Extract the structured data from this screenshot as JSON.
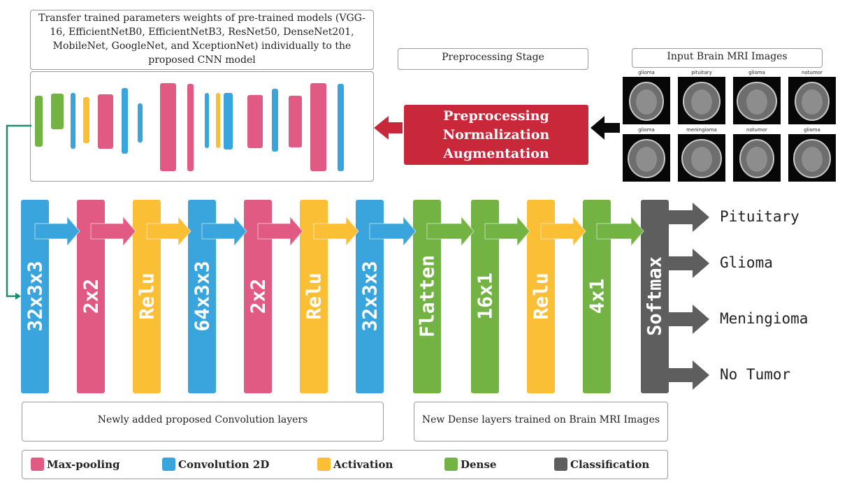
{
  "transfer_note": "Transfer trained parameters weights of pre-trained models (VGG-16, EfficientNetB0, EfficientNetB3, ResNet50, DenseNet201, MobileNet, GoogleNet, and XceptionNet) individually to the proposed CNN model",
  "preprocessing_stage": "Preprocessing Stage",
  "input_title": "Input Brain MRI Images",
  "preprocessing_block": [
    "Preprocessing",
    "Normalization",
    "Augmentation"
  ],
  "mri_samples": [
    {
      "label": "glioma"
    },
    {
      "label": "pituitary"
    },
    {
      "label": "glioma"
    },
    {
      "label": "notumor"
    },
    {
      "label": "glioma"
    },
    {
      "label": "meningioma"
    },
    {
      "label": "notumor"
    },
    {
      "label": "glioma"
    }
  ],
  "colors": {
    "max_pooling": "#e05a84",
    "convolution": "#3aa5dd",
    "activation": "#fbbf36",
    "dense": "#72b343",
    "classification": "#5e5e5e",
    "preprocessing": "#c9283a",
    "skip_arrow": "#1f8c6f"
  },
  "layers": [
    {
      "label": "32x3x3",
      "kind": "convolution"
    },
    {
      "label": "2x2",
      "kind": "max_pooling"
    },
    {
      "label": "Relu",
      "kind": "activation"
    },
    {
      "label": "64x3x3",
      "kind": "convolution"
    },
    {
      "label": "2x2",
      "kind": "max_pooling"
    },
    {
      "label": "Relu",
      "kind": "activation"
    },
    {
      "label": "32x3x3",
      "kind": "convolution"
    },
    {
      "label": "Flatten",
      "kind": "dense"
    },
    {
      "label": "16x1",
      "kind": "dense"
    },
    {
      "label": "Relu",
      "kind": "activation"
    },
    {
      "label": "4x1",
      "kind": "dense"
    },
    {
      "label": "Softmax",
      "kind": "classification"
    }
  ],
  "pretrained_bars": [
    "dense",
    "dense",
    "convolution",
    "activation",
    "max_pooling",
    "convolution",
    "convolution",
    "max_pooling",
    "max_pooling",
    "convolution",
    "activation",
    "convolution",
    "max_pooling",
    "convolution",
    "max_pooling",
    "max_pooling",
    "convolution"
  ],
  "outputs": [
    "Pituitary",
    "Glioma",
    "Meningioma",
    "No Tumor"
  ],
  "notes": {
    "conv": "Newly added proposed Convolution layers",
    "dense": "New Dense layers trained on Brain MRI Images"
  },
  "legend": [
    {
      "label": "Max-pooling",
      "kind": "max_pooling"
    },
    {
      "label": "Convolution 2D",
      "kind": "convolution"
    },
    {
      "label": "Activation",
      "kind": "activation"
    },
    {
      "label": "Dense",
      "kind": "dense"
    },
    {
      "label": "Classification",
      "kind": "classification"
    }
  ]
}
